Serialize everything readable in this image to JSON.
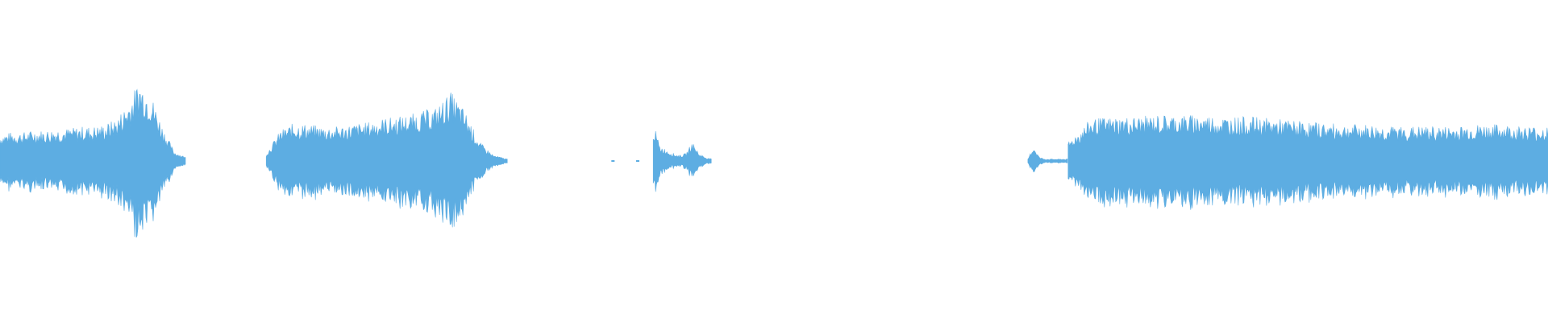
{
  "colors": {
    "background": "#ffffff",
    "waveform": "#5dade2"
  },
  "waveform": {
    "description_visible": false,
    "segments": [
      {
        "start": 0.0,
        "end": 0.12,
        "envelope": [
          0.14,
          0.15,
          0.15,
          0.16,
          0.16,
          0.17,
          0.17,
          0.18,
          0.18,
          0.19,
          0.22,
          0.3,
          0.42,
          0.35,
          0.18,
          0.05,
          0.02
        ]
      },
      {
        "start": 0.172,
        "end": 0.328,
        "envelope": [
          0.04,
          0.16,
          0.2,
          0.19,
          0.18,
          0.18,
          0.19,
          0.2,
          0.22,
          0.23,
          0.24,
          0.26,
          0.28,
          0.36,
          0.26,
          0.1,
          0.03,
          0.01
        ]
      },
      {
        "start": 0.422,
        "end": 0.46,
        "envelope": [
          0.2,
          0.08,
          0.06,
          0.04,
          0.03,
          0.04,
          0.1,
          0.04,
          0.02,
          0.01
        ]
      },
      {
        "start": 0.664,
        "end": 0.69,
        "envelope": [
          0.01,
          0.08,
          0.02,
          0.01,
          0.01,
          0.01,
          0.01,
          0.01
        ]
      },
      {
        "start": 0.69,
        "end": 1.0,
        "envelope": [
          0.1,
          0.22,
          0.23,
          0.23,
          0.24,
          0.24,
          0.24,
          0.23,
          0.23,
          0.22,
          0.21,
          0.2,
          0.19,
          0.19,
          0.18,
          0.18,
          0.18,
          0.18,
          0.19,
          0.19,
          0.18,
          0.18
        ]
      }
    ],
    "specks": [
      0.326,
      0.396,
      0.412
    ]
  }
}
